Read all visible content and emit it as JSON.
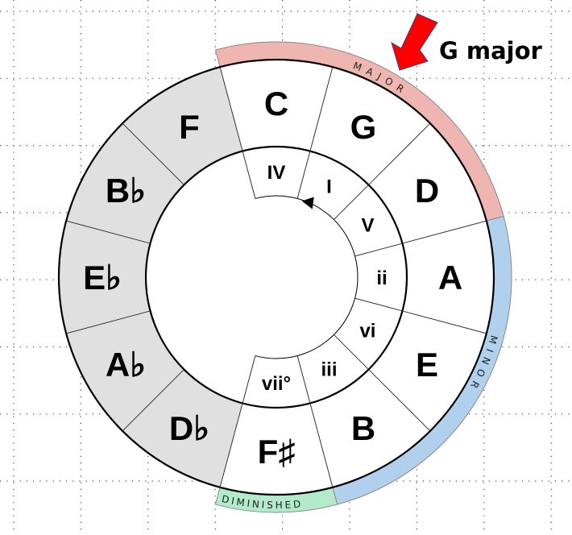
{
  "callout": {
    "label": "G major",
    "arrow_color": "#ff0000"
  },
  "keys": [
    "C",
    "G",
    "D",
    "A",
    "E",
    "B",
    "F♯",
    "D♭",
    "A♭",
    "E♭",
    "B♭",
    "F"
  ],
  "numerals": [
    "IV",
    "I",
    "V",
    "ii",
    "vi",
    "iii",
    "vii°"
  ],
  "bands": {
    "major": {
      "label": "MAJOR",
      "color": "#efb5b0"
    },
    "minor": {
      "label": "MINOR",
      "color": "#b0d0ee"
    },
    "diminished": {
      "label": "DIMINISHED",
      "color": "#b2eacb"
    }
  },
  "colors": {
    "outside_key_fill": "#e0e0e0"
  }
}
